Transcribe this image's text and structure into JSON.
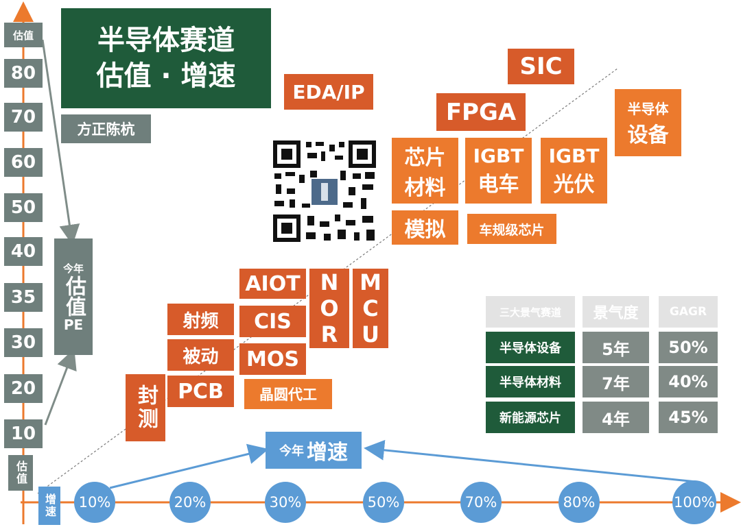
{
  "title": {
    "line1": "半导体赛道",
    "line2": "估值 · 增速"
  },
  "author": "方正陈杭",
  "y_axis": {
    "header": "估值",
    "ticks": [
      "80",
      "70",
      "60",
      "50",
      "40",
      "35",
      "30",
      "20",
      "10"
    ],
    "bottom_label": "估值"
  },
  "x_axis": {
    "label": "增速",
    "ticks": [
      "10%",
      "20%",
      "30%",
      "50%",
      "70%",
      "80%",
      "100%"
    ]
  },
  "callouts": {
    "pe_line1": "今年",
    "pe_line2": "估值",
    "pe_line3": "PE",
    "growth_prefix": "今年",
    "growth_main": "增速"
  },
  "segments": {
    "sic": "SIC",
    "eda_ip": "EDA/IP",
    "fpga": "FPGA",
    "equipment_line1": "半导体",
    "equipment_line2": "设备",
    "materials_line1": "芯片",
    "materials_line2": "材料",
    "igbt_ev_line1": "IGBT",
    "igbt_ev_line2": "电车",
    "igbt_pv_line1": "IGBT",
    "igbt_pv_line2": "光伏",
    "analog": "模拟",
    "auto_chip": "车规级芯片",
    "aiot": "AIOT",
    "cis": "CIS",
    "mos": "MOS",
    "nor": "NOR",
    "mcu": "MCU",
    "rf": "射频",
    "passive": "被动",
    "pcb": "PCB",
    "packaging": "封测",
    "foundry": "晶圆代工"
  },
  "table": {
    "headers": [
      "三大景气赛道",
      "景气度",
      "GAGR"
    ],
    "rows": [
      {
        "name": "半导体设备",
        "years": "5年",
        "gagr": "50%"
      },
      {
        "name": "半导体材料",
        "years": "7年",
        "gagr": "40%"
      },
      {
        "name": "新能源芯片",
        "years": "4年",
        "gagr": "45%"
      }
    ]
  },
  "colors": {
    "axis": "#ec7a2d",
    "tick_box": "#6f7f7c",
    "title_bg": "#1f5b3a",
    "segment_orange": "#ec7a2d",
    "segment_rust": "#d75b2a",
    "growth_blue": "#5b9bd5"
  }
}
